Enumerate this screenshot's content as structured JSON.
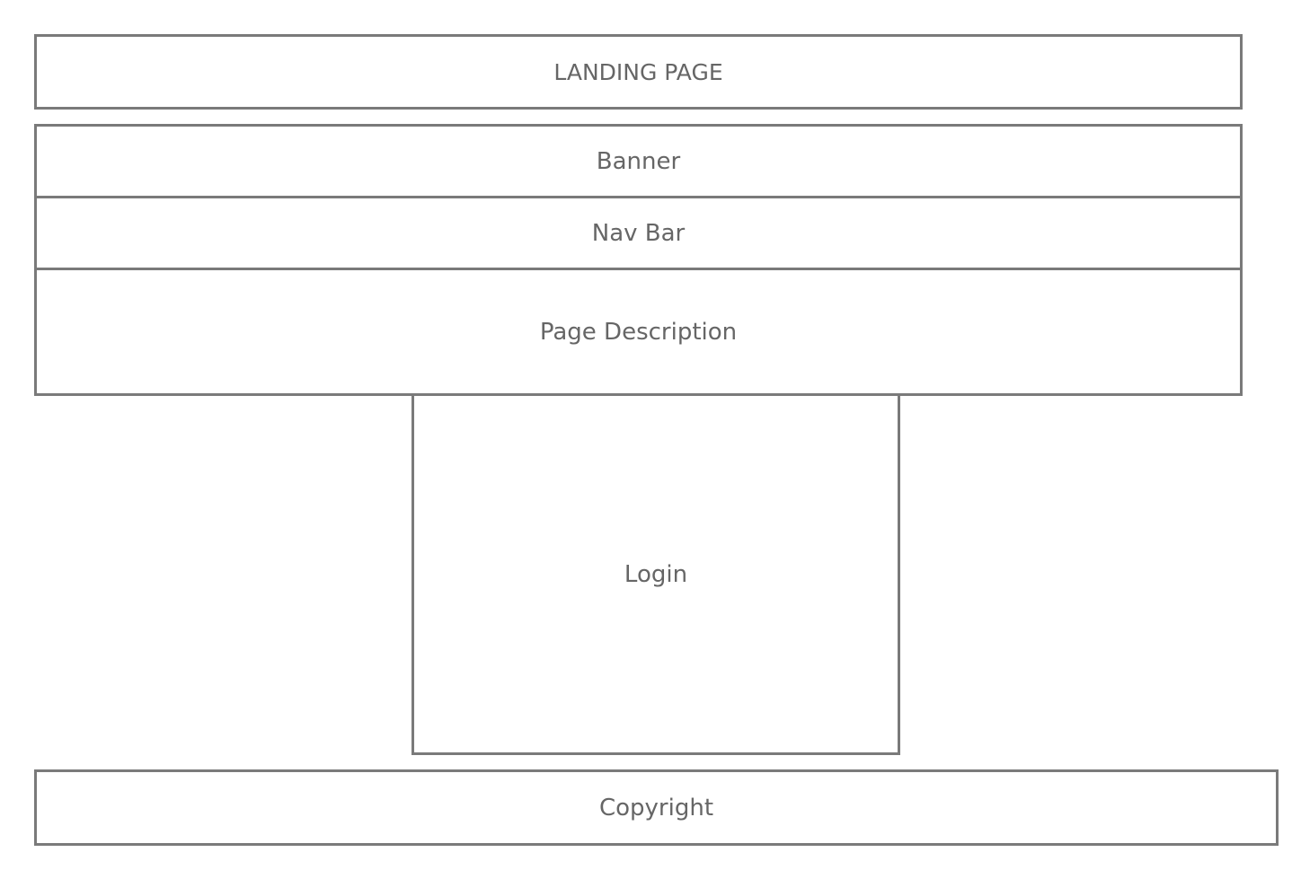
{
  "wireframe": {
    "title": "LANDING PAGE",
    "banner": "Banner",
    "nav_bar": "Nav Bar",
    "page_description": "Page Description",
    "login": "Login",
    "copyright": "Copyright"
  },
  "colors": {
    "border": "#7a7a7a",
    "text": "#666666",
    "background": "#ffffff"
  }
}
